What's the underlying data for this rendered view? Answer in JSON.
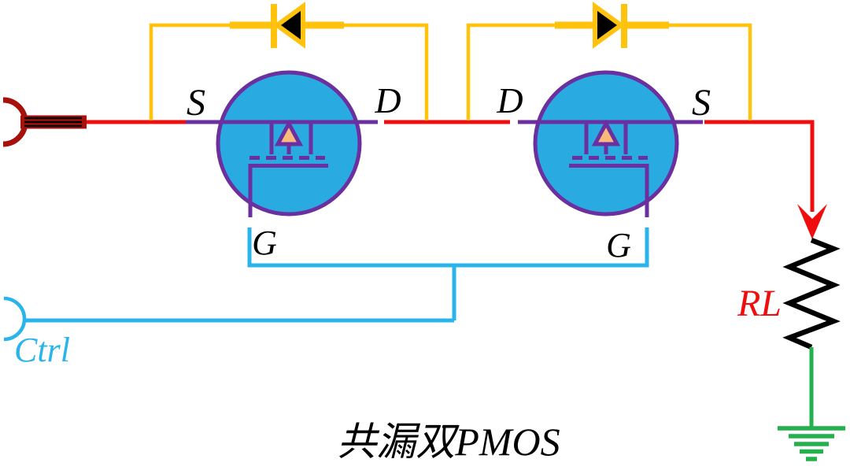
{
  "title": "共漏双PMOS",
  "pmos1": {
    "source_label": "S",
    "drain_label": "D",
    "gate_label": "G"
  },
  "pmos2": {
    "drain_label": "D",
    "source_label": "S",
    "gate_label": "G"
  },
  "control_label": "Ctrl",
  "load_label": "RL",
  "colors": {
    "wire_red": "#F00D0D",
    "terminal_dark_red": "#A8100C",
    "diode_yellow": "#FFC20D",
    "mosfet_purple": "#6B2FA0",
    "mosfet_body_blue": "#29ABE2",
    "gate_cyan": "#29B4EB",
    "substrate_peach": "#F9BA7C",
    "ground_green": "#22B14C",
    "black": "#000000",
    "label_black": "#000000"
  }
}
